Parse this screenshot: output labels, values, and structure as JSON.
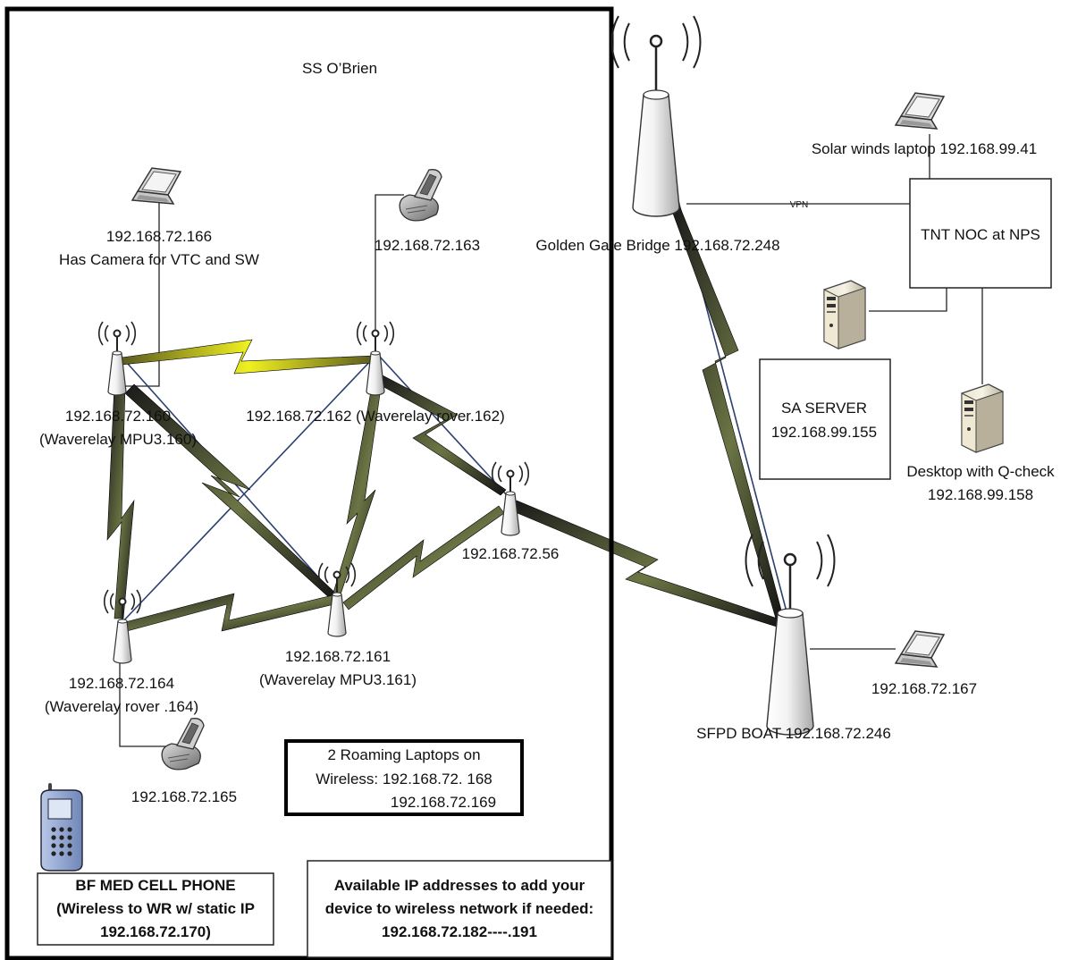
{
  "diagram": {
    "ship_title": "SS O’Brien",
    "golden_gate": "Golden Gate Bridge 192.168.72.248",
    "vpn": "VPN",
    "solar_laptop": "Solar winds laptop 192.168.99.41",
    "tnt_noc": "TNT NOC at NPS",
    "sa_server": [
      "SA SERVER",
      "192.168.99.155"
    ],
    "desktop_qcheck": [
      "Desktop with Q-check",
      "192.168.99.158"
    ],
    "laptop_166": [
      "192.168.72.166",
      "Has Camera for VTC and SW"
    ],
    "phone_163": "192.168.72.163",
    "node_160": [
      "192.168.72.160",
      "(Waverelay MPU3.160)"
    ],
    "node_162": "192.168.72.162 (Waverelay rover.162)",
    "node_56": "192.168.72.56",
    "node_161": [
      "192.168.72.161",
      "(Waverelay MPU3.161)"
    ],
    "node_164": [
      "192.168.72.164",
      "(Waverelay rover .164)"
    ],
    "phone_165": "192.168.72.165",
    "roaming": [
      "2 Roaming Laptops on",
      "Wireless: 192.168.72. 168",
      "192.168.72.169"
    ],
    "laptop_167": "192.168.72.167",
    "sfpd_boat": "SFPD BOAT 192.168.72.246",
    "bf_med": [
      "BF MED CELL PHONE",
      "(Wireless to WR w/ static IP",
      "192.168.72.170)"
    ],
    "available_ips": [
      "Available IP addresses to add your",
      "device to wireless network if needed:",
      "192.168.72.182----.191"
    ]
  },
  "colors": {
    "bolt_dark": "#141414",
    "bolt_olive": "#5f6b3a",
    "bolt_yellow": "#e8e820",
    "link_blue": "#2c3f6e",
    "frame": "#000000"
  }
}
